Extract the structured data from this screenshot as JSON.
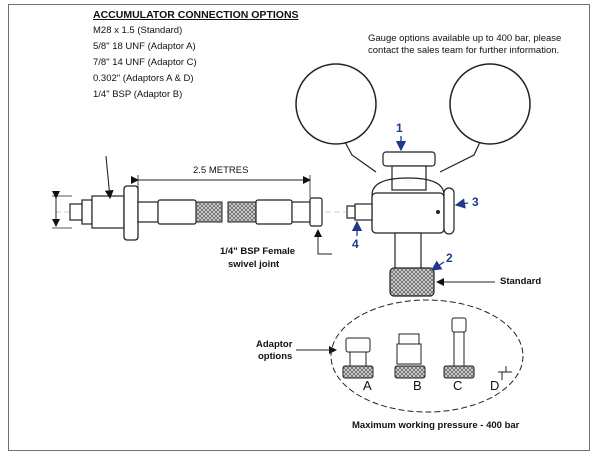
{
  "options": {
    "heading": "ACCUMULATOR CONNECTION OPTIONS",
    "items": [
      "M28 x 1.5 (Standard)",
      "5/8\" 18 UNF (Adaptor A)",
      "7/8\" 14 UNF (Adaptor C)",
      "0.302\" (Adaptors A & D)",
      "1/4\" BSP (Adaptor B)"
    ]
  },
  "gauge_note": [
    "Gauge options available up to 400 bar, please",
    "contact the sales team for further information."
  ],
  "hose_length": "2.5 METRES",
  "swivel_label": [
    "1/4\" BSP Female",
    "swivel joint"
  ],
  "standard_label": "Standard",
  "adaptor_label": [
    "Adaptor",
    "options"
  ],
  "callouts": [
    "1",
    "2",
    "3",
    "4"
  ],
  "adaptors": [
    "A",
    "B",
    "C",
    "D"
  ],
  "footer": "Maximum working pressure - 400 bar",
  "colors": {
    "callout": "#1f3a8a",
    "line": "#222222",
    "frame": "#6f6f6f"
  }
}
